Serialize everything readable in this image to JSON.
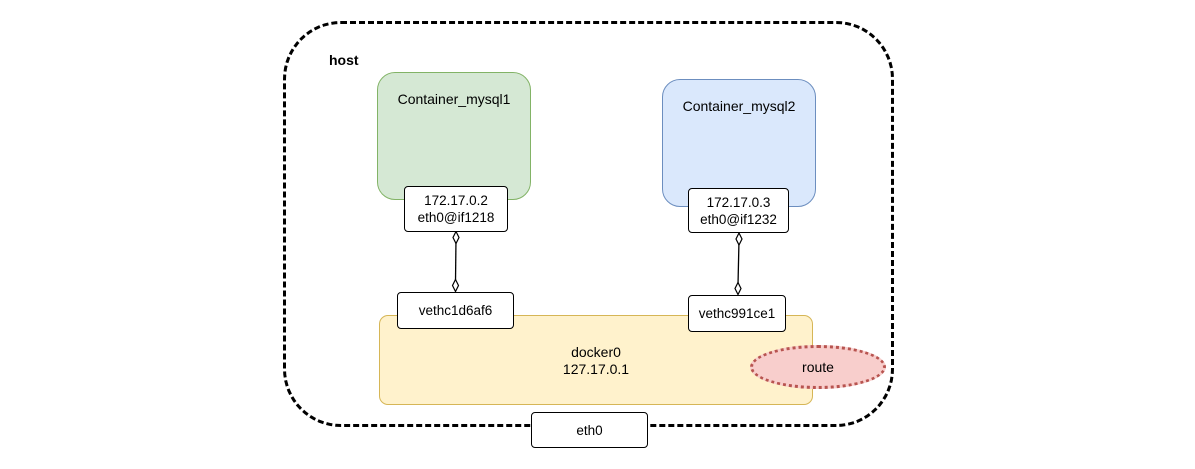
{
  "host": {
    "label": "host"
  },
  "containers": [
    {
      "title": "Container_mysql1",
      "ip": "172.17.0.2",
      "iface": "eth0@if1218",
      "fill": "#d5e8d4",
      "stroke": "#82b366"
    },
    {
      "title": "Container_mysql2",
      "ip": "172.17.0.3",
      "iface": "eth0@if1232",
      "fill": "#dae8fc",
      "stroke": "#6c8ebf"
    }
  ],
  "veths": [
    "vethc1d6af6",
    "vethc991ce1"
  ],
  "bridge": {
    "name": "docker0",
    "ip": "127.17.0.1",
    "fill": "#fff2cc",
    "stroke": "#d6b656"
  },
  "route": {
    "label": "route",
    "fill": "#f8cecc",
    "stroke": "#b85450"
  },
  "host_iface": {
    "label": "eth0"
  }
}
